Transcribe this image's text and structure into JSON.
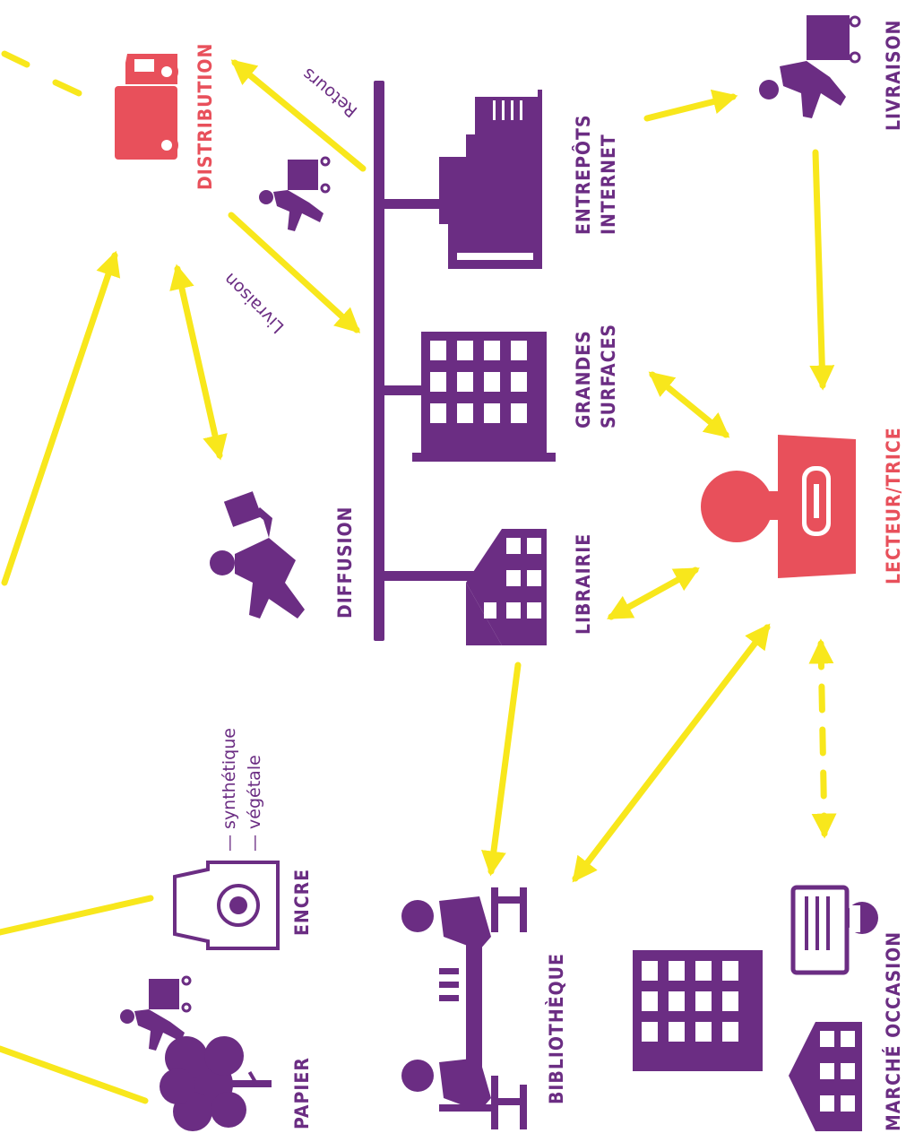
{
  "colors": {
    "purple": "#6B2D83",
    "red": "#E8505B",
    "yellow": "#F8E71C"
  },
  "labels": {
    "distribution": "DISTRIBUTION",
    "livraison_top": "LIVRAISON",
    "entrepots_1": "ENTREPÔTS",
    "entrepots_2": "INTERNET",
    "grandes_1": "GRANDES",
    "grandes_2": "SURFACES",
    "librairie": "LIBRAIRIE",
    "diffusion": "DIFFUSION",
    "lecteur": "LECTEUR/TRICE",
    "encre": "ENCRE",
    "papier": "PAPIER",
    "bibliotheque": "BIBLIOTHÈQUE",
    "marche": "MARCHÉ OCCASION",
    "retours": "Retours",
    "livraison_arrow": "Livraison",
    "synthetique": "— synthétique",
    "vegetale": "— végétale"
  },
  "icons": [
    "truck-icon",
    "delivery-person-icon",
    "warehouse-icon",
    "building-icon",
    "bookshop-icon",
    "dancer-icon",
    "reader-icon",
    "ink-bottle-icon",
    "tree-icon",
    "library-icon",
    "secondhand-market-icon"
  ]
}
